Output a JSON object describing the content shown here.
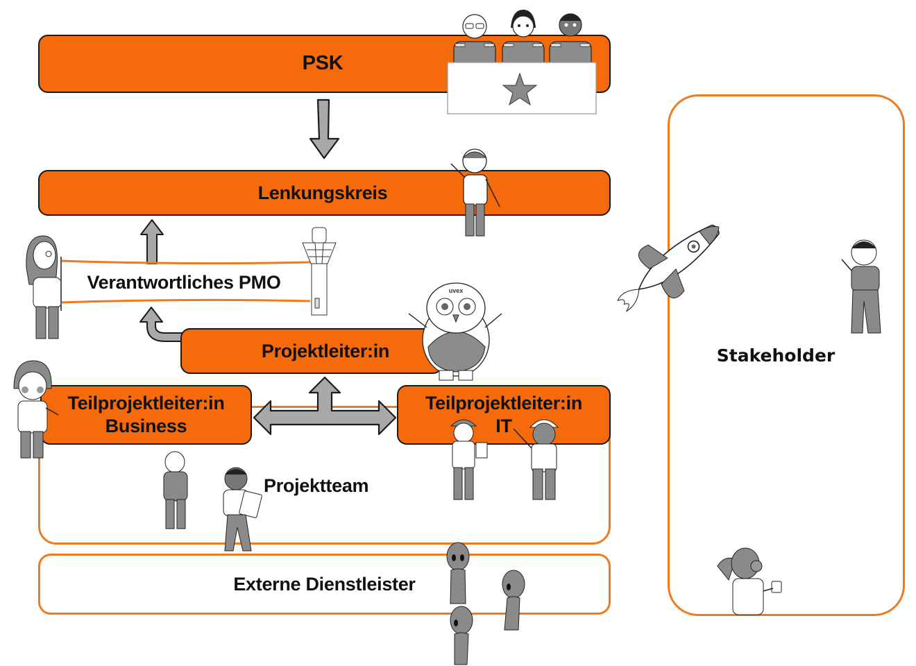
{
  "diagram": {
    "type": "organization-chart",
    "colors": {
      "accent": "#f56a0a",
      "outline": "#f07a1e",
      "arrow_fill": "#a9a9a9",
      "ink": "#111111"
    },
    "nodes": {
      "psk": {
        "label": "PSK",
        "style": "filled"
      },
      "lenkungskreis": {
        "label": "Lenkungskreis",
        "style": "filled"
      },
      "pmo": {
        "label": "Verantwortliches PMO",
        "style": "outlined"
      },
      "projektleiter": {
        "label": "Projektleiter:in",
        "style": "filled"
      },
      "tpl_business": {
        "line1": "Teilprojektleiter:in",
        "line2": "Business",
        "style": "filled"
      },
      "tpl_it": {
        "line1": "Teilprojektleiter:in",
        "line2": "IT",
        "style": "filled"
      },
      "projektteam": {
        "label": "Projektteam",
        "style": "outlined"
      },
      "externe": {
        "label": "Externe Dienstleister",
        "style": "outlined"
      },
      "stakeholder": {
        "label": "Stakeholder",
        "style": "outlined"
      }
    },
    "edges": [
      {
        "from": "PSK",
        "to": "Lenkungskreis",
        "direction": "down"
      },
      {
        "from": "Verantwortliches PMO",
        "to": "Lenkungskreis",
        "direction": "up"
      },
      {
        "from": "Projektleiter:in",
        "to": "Verantwortliches PMO",
        "direction": "up-bent"
      },
      {
        "from": "Teilprojektleiter:in Business",
        "to": "Teilprojektleiter:in IT",
        "direction": "bidirectional"
      },
      {
        "from": "Teilprojektleiter:ins",
        "to": "Projektleiter:in",
        "direction": "up"
      }
    ],
    "illustrations": {
      "psk_panel": "three uniformed figures behind a desk with a star",
      "desk_emblem": "star-icon",
      "owl_badge_text": "uvex",
      "rocket": "rocket-icon"
    }
  }
}
